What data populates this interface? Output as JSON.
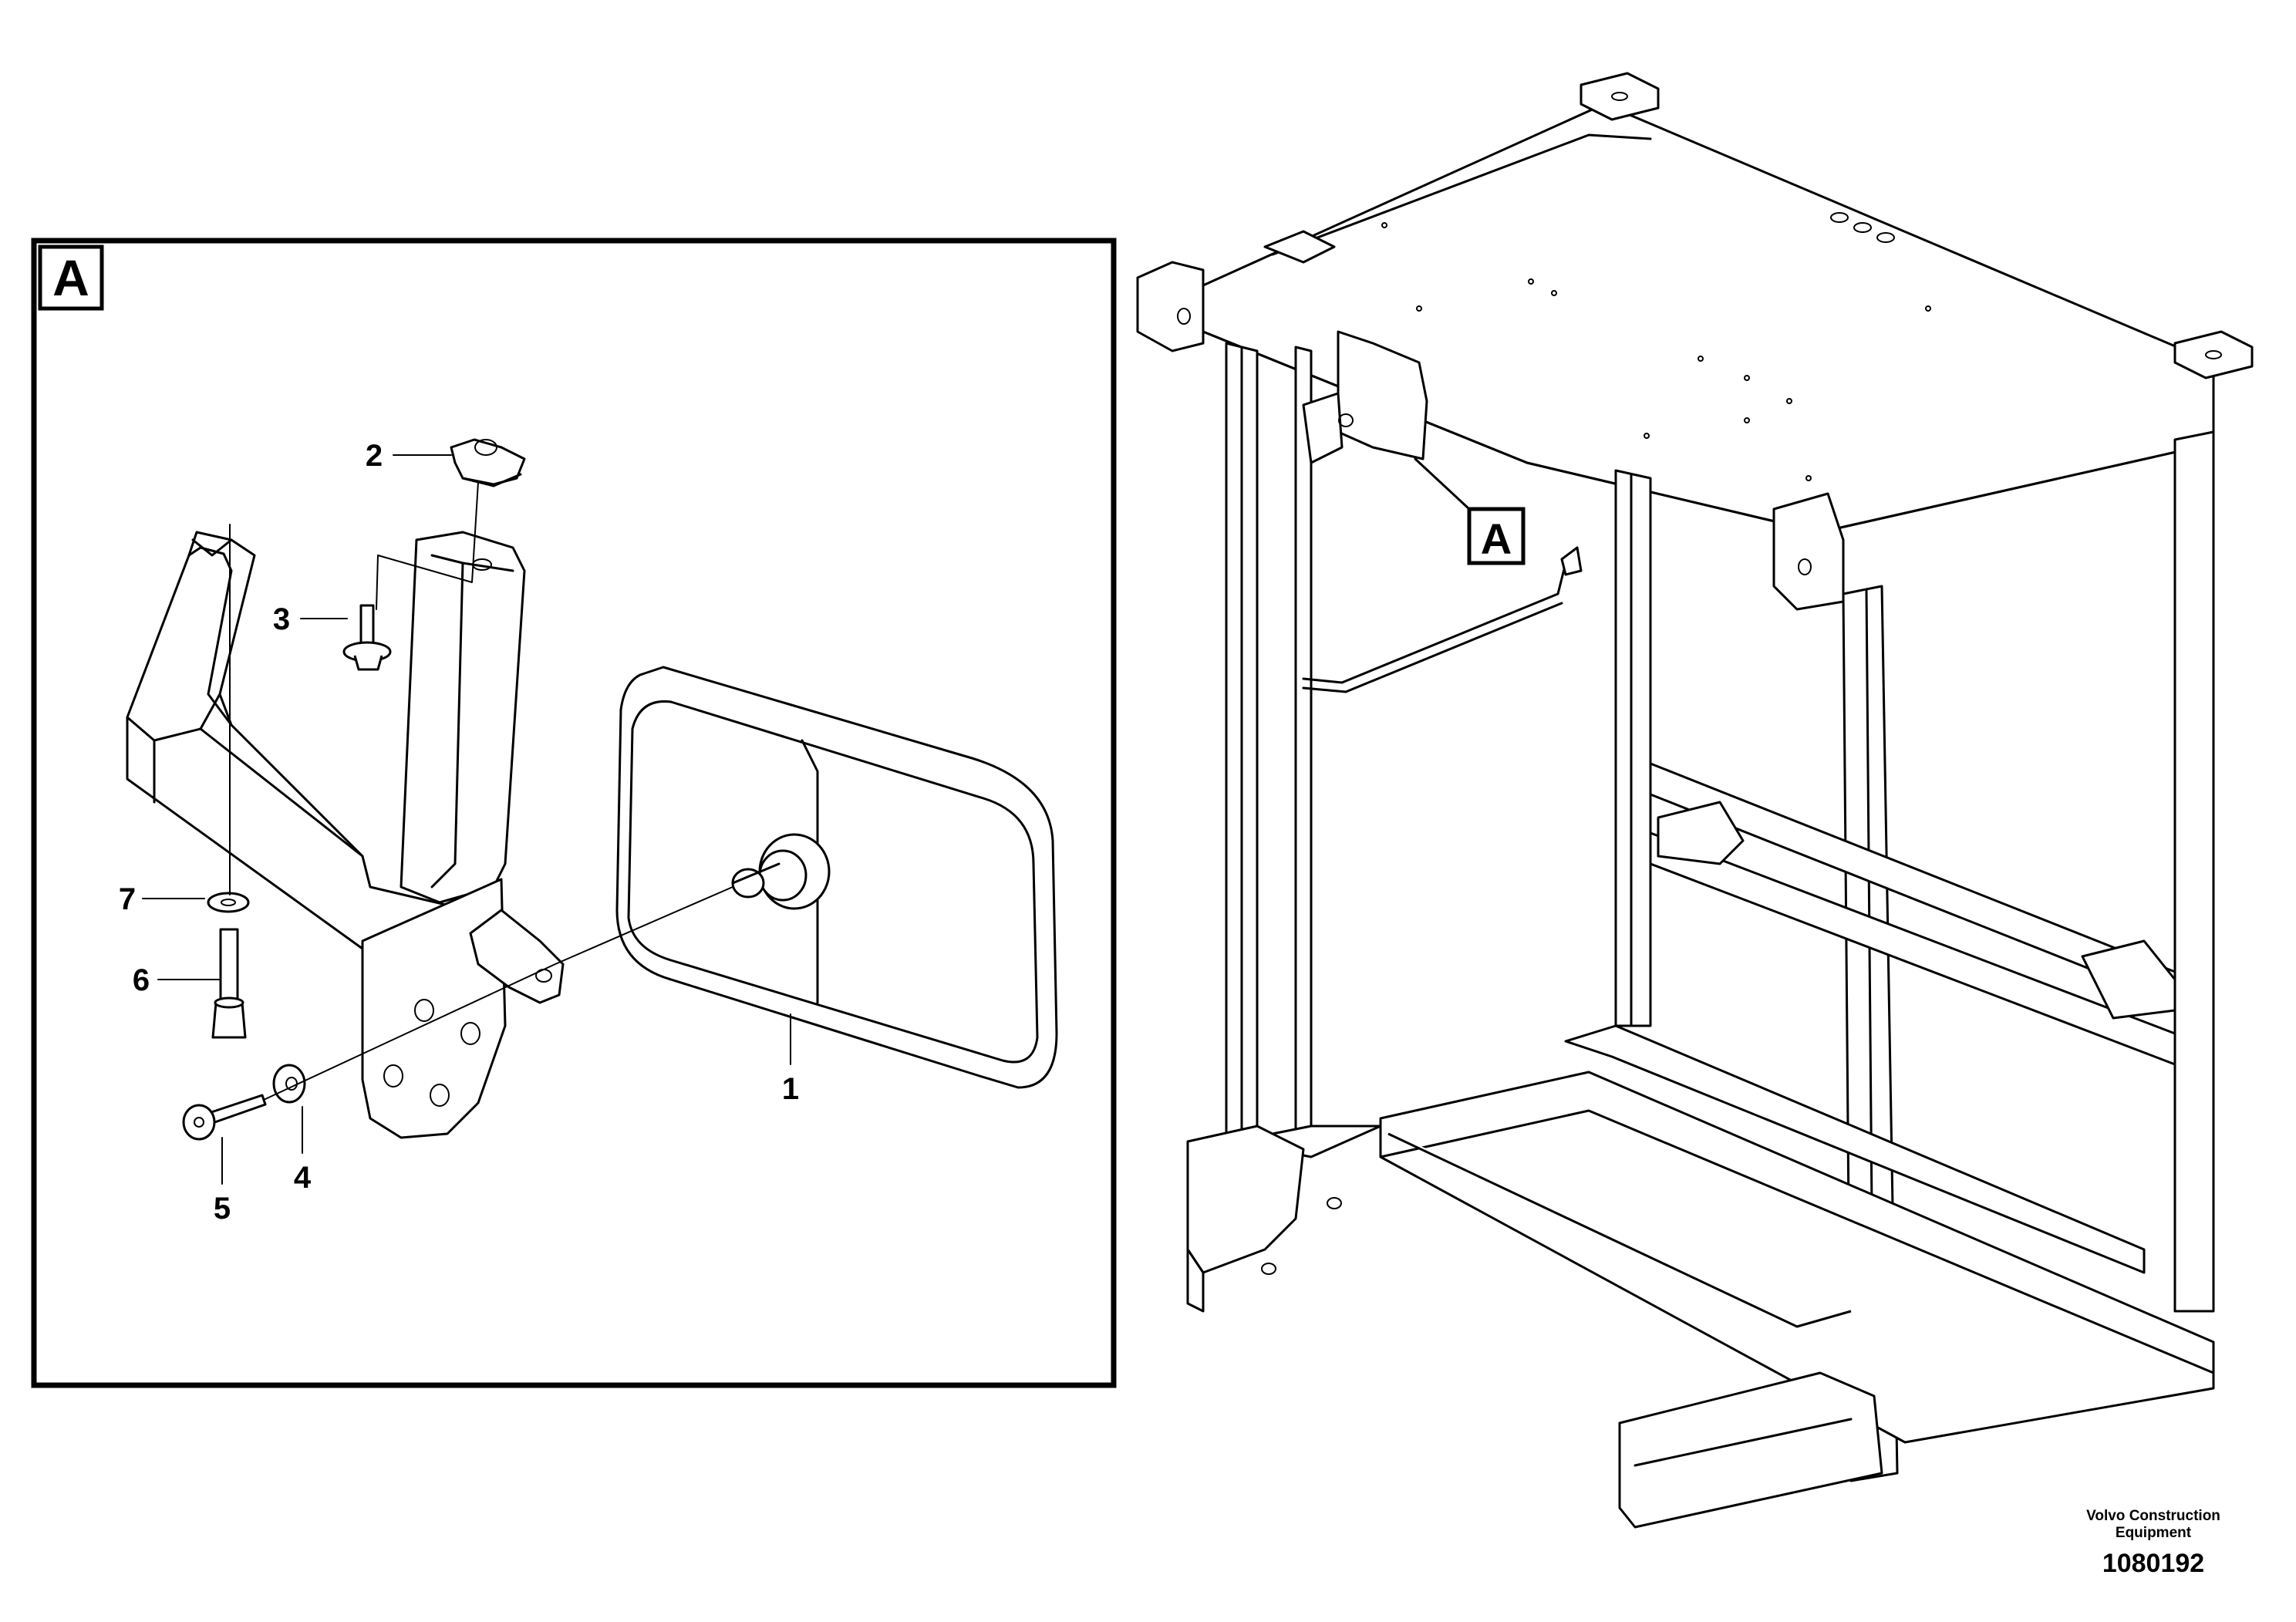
{
  "detail_view": {
    "label": "A",
    "callouts": [
      {
        "id": "1",
        "text": "1"
      },
      {
        "id": "2",
        "text": "2"
      },
      {
        "id": "3",
        "text": "3"
      },
      {
        "id": "4",
        "text": "4"
      },
      {
        "id": "5",
        "text": "5"
      },
      {
        "id": "6",
        "text": "6"
      },
      {
        "id": "7",
        "text": "7"
      }
    ]
  },
  "main_view": {
    "detail_reference_label": "A"
  },
  "footer": {
    "company_line1": "Volvo Construction",
    "company_line2": "Equipment",
    "drawing_number": "1080192"
  }
}
